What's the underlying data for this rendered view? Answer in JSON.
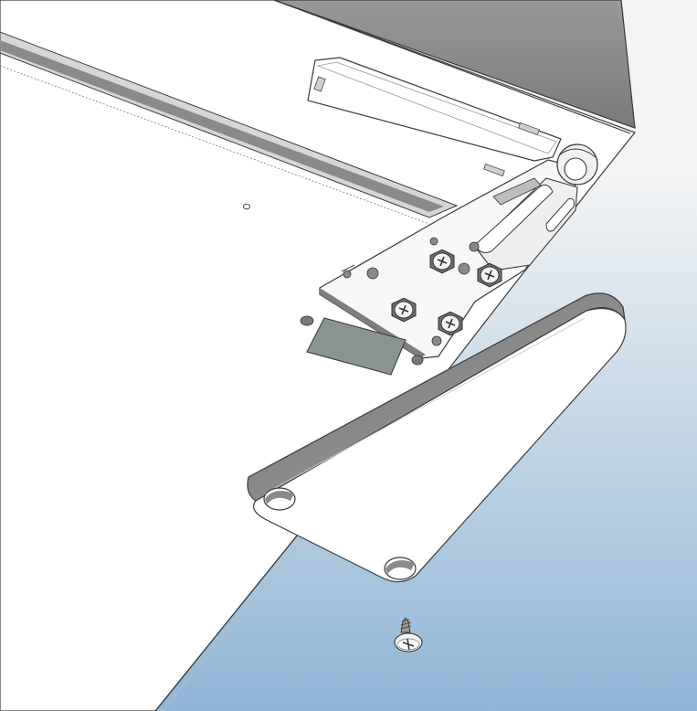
{
  "colors": {
    "background_top": "#f2f3f4",
    "background_bottom": "#8fb6d6",
    "panel_face": "#ffffff",
    "panel_side": "#8f8f8f",
    "outline": "#3a3a3a",
    "pad": "#8a9590",
    "bracket_face": "#f7f7f7",
    "bracket_shade": "#7e7e7e"
  },
  "parts": [
    {
      "name": "appliance-body",
      "icon": "panel-corner-icon"
    },
    {
      "name": "access-cover-plate",
      "icon": "cover-plate-icon"
    },
    {
      "name": "hinge-bracket",
      "icon": "hinge-icon"
    },
    {
      "name": "hex-head-screw",
      "icon": "hex-screw-icon",
      "count": 4
    },
    {
      "name": "foot-bracket",
      "icon": "triangular-bracket-icon"
    },
    {
      "name": "tapping-screw",
      "icon": "tapping-screw-icon",
      "count": 1
    }
  ]
}
